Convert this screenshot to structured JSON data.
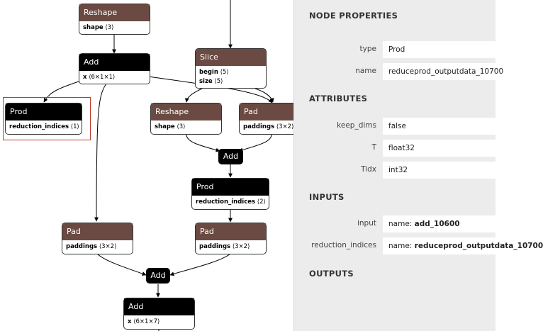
{
  "graph": {
    "nodes": {
      "reshape1": {
        "title": "Reshape",
        "attr": "shape",
        "val": "⟨3⟩"
      },
      "add1": {
        "title": "Add",
        "attr": "x",
        "val": "⟨6×1×1⟩"
      },
      "slice": {
        "title": "Slice",
        "attr1": "begin",
        "val1": "⟨5⟩",
        "attr2": "size",
        "val2": "⟨5⟩"
      },
      "prod1": {
        "title": "Prod",
        "attr": "reduction_indices",
        "val": "⟨1⟩"
      },
      "reshape2": {
        "title": "Reshape",
        "attr": "shape",
        "val": "⟨3⟩"
      },
      "pad1": {
        "title": "Pad",
        "attr": "paddings",
        "val": "⟨3×2⟩"
      },
      "add2": {
        "title": "Add"
      },
      "prod2": {
        "title": "Prod",
        "attr": "reduction_indices",
        "val": "⟨2⟩"
      },
      "pad2": {
        "title": "Pad",
        "attr": "paddings",
        "val": "⟨3×2⟩"
      },
      "pad3": {
        "title": "Pad",
        "attr": "paddings",
        "val": "⟨3×2⟩"
      },
      "add3": {
        "title": "Add"
      },
      "add4": {
        "title": "Add",
        "attr": "x",
        "val": "⟨6×1×7⟩"
      }
    }
  },
  "sidebar": {
    "node_properties_title": "NODE PROPERTIES",
    "type_label": "type",
    "type_value": "Prod",
    "name_label": "name",
    "name_value": "reduceprod_outputdata_10700",
    "attributes_title": "ATTRIBUTES",
    "keep_dims_label": "keep_dims",
    "keep_dims_value": "false",
    "t_label": "T",
    "t_value": "float32",
    "tidx_label": "Tidx",
    "tidx_value": "int32",
    "inputs_title": "INPUTS",
    "input_label": "input",
    "input_prefix": "name: ",
    "input_value": "add_10600",
    "ri_label": "reduction_indices",
    "ri_prefix": "name: ",
    "ri_value": "reduceprod_outputdata_10700",
    "outputs_title": "OUTPUTS"
  }
}
